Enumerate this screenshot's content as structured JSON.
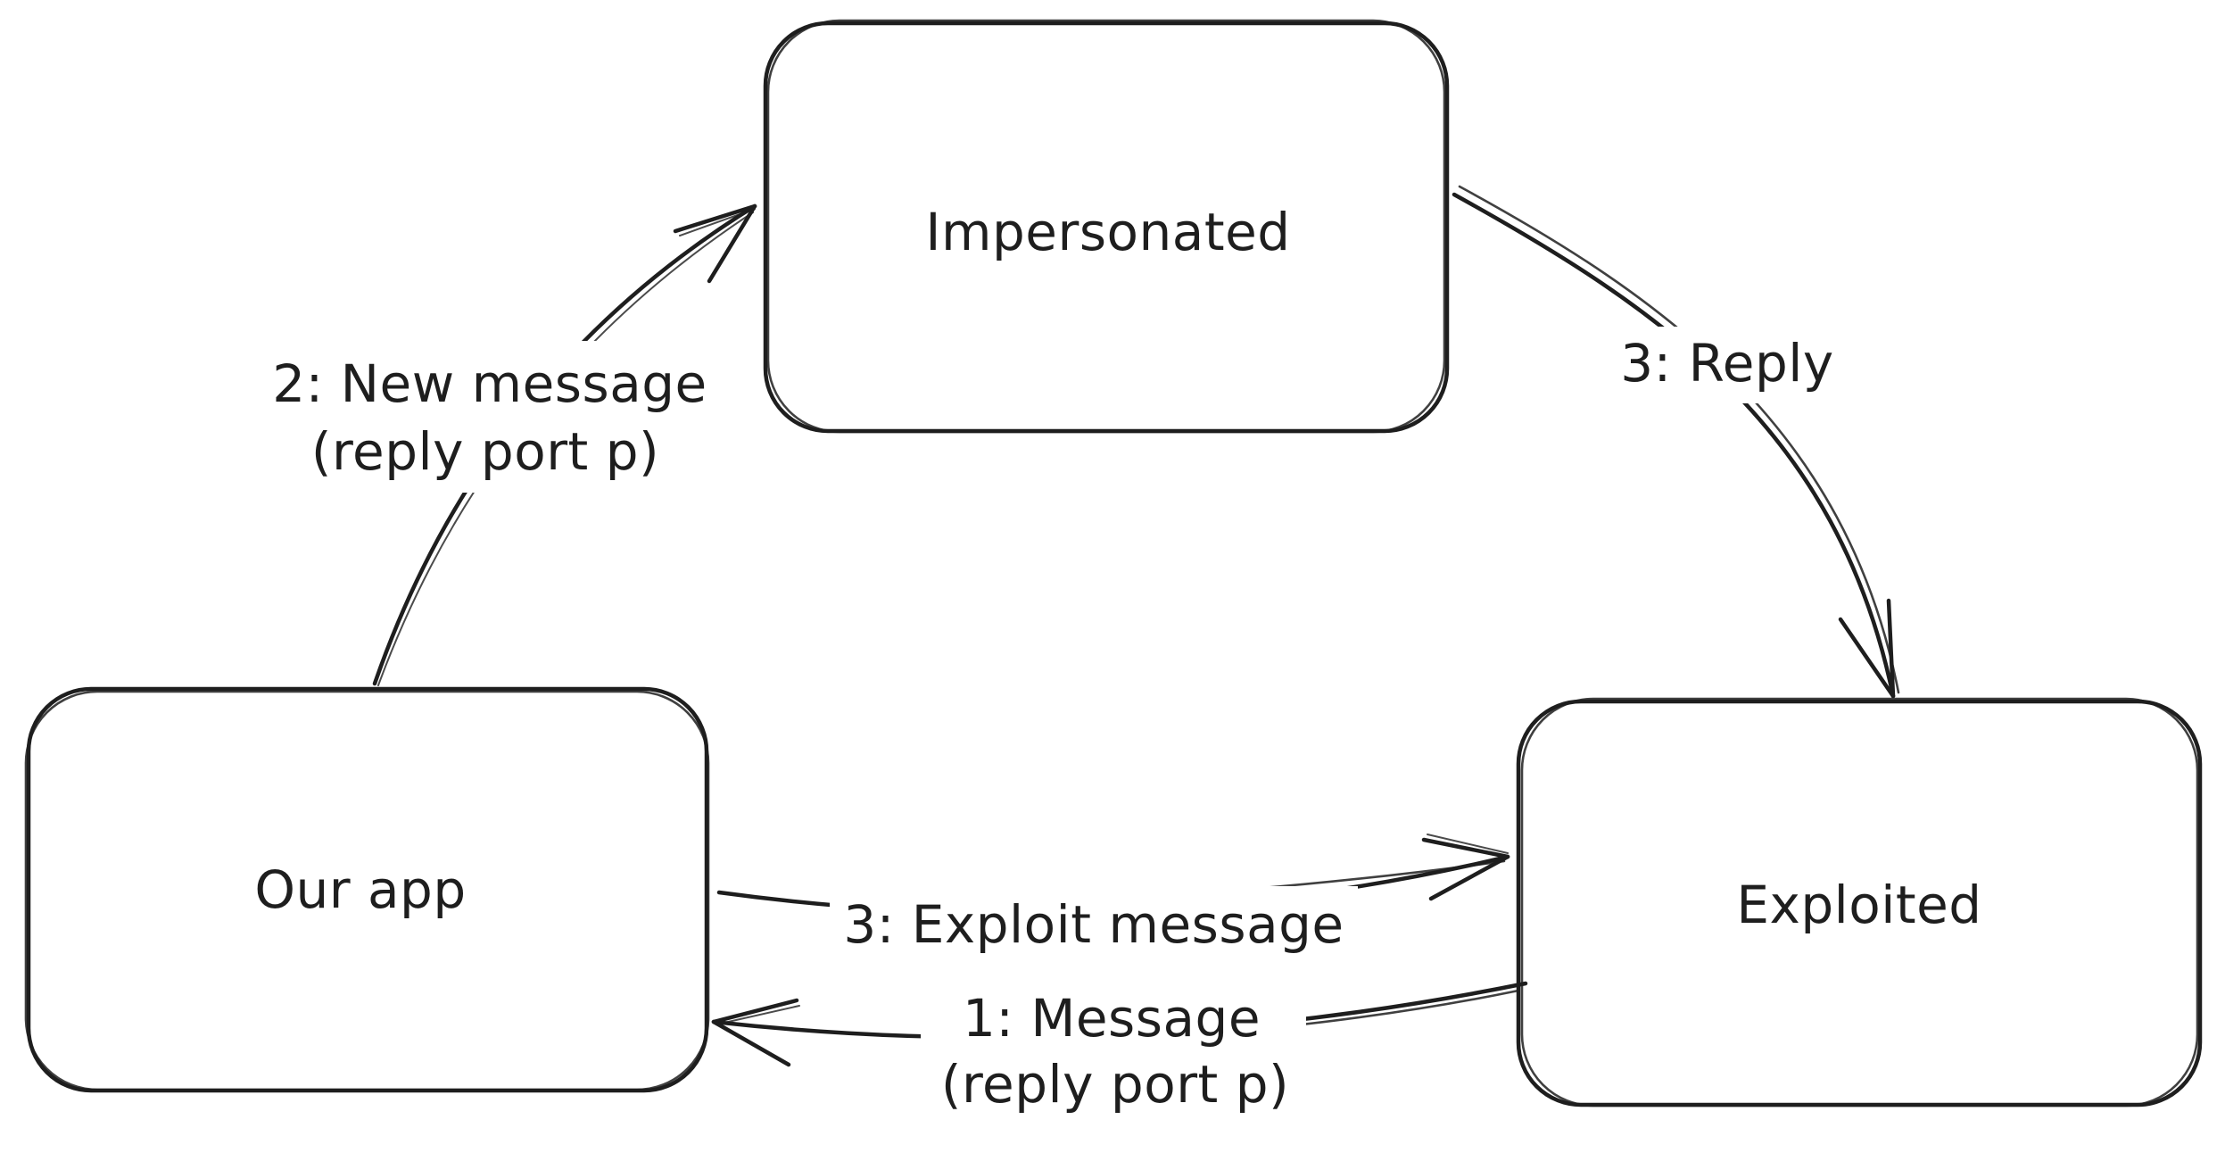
{
  "diagram": {
    "style": "hand-drawn-sketch",
    "background_color": "#ffffff",
    "stroke_color": "#1e1e1e",
    "nodes": [
      {
        "id": "impersonated",
        "label": "Impersonated"
      },
      {
        "id": "our-app",
        "label": "Our app"
      },
      {
        "id": "exploited",
        "label": "Exploited"
      }
    ],
    "edges": [
      {
        "id": "new-message",
        "from": "Our app",
        "to": "Impersonated",
        "label_line1": "2: New message",
        "label_line2": "(reply port p)"
      },
      {
        "id": "reply",
        "from": "Impersonated",
        "to": "Exploited",
        "label_line1": "3: Reply"
      },
      {
        "id": "exploit-message",
        "from": "Our app",
        "to": "Exploited",
        "label_line1": "3: Exploit message"
      },
      {
        "id": "message",
        "from": "Exploited",
        "to": "Our app",
        "label_line1": "1: Message",
        "label_line2": "(reply port p)"
      }
    ]
  }
}
